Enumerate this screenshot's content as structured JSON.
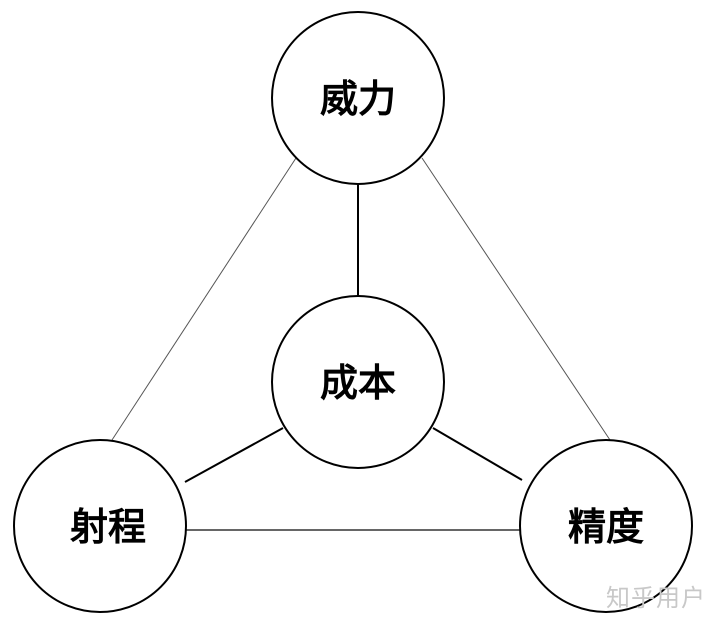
{
  "nodes": {
    "top": "威力",
    "center": "成本",
    "left": "射程",
    "right": "精度"
  },
  "watermark": "知乎用户"
}
